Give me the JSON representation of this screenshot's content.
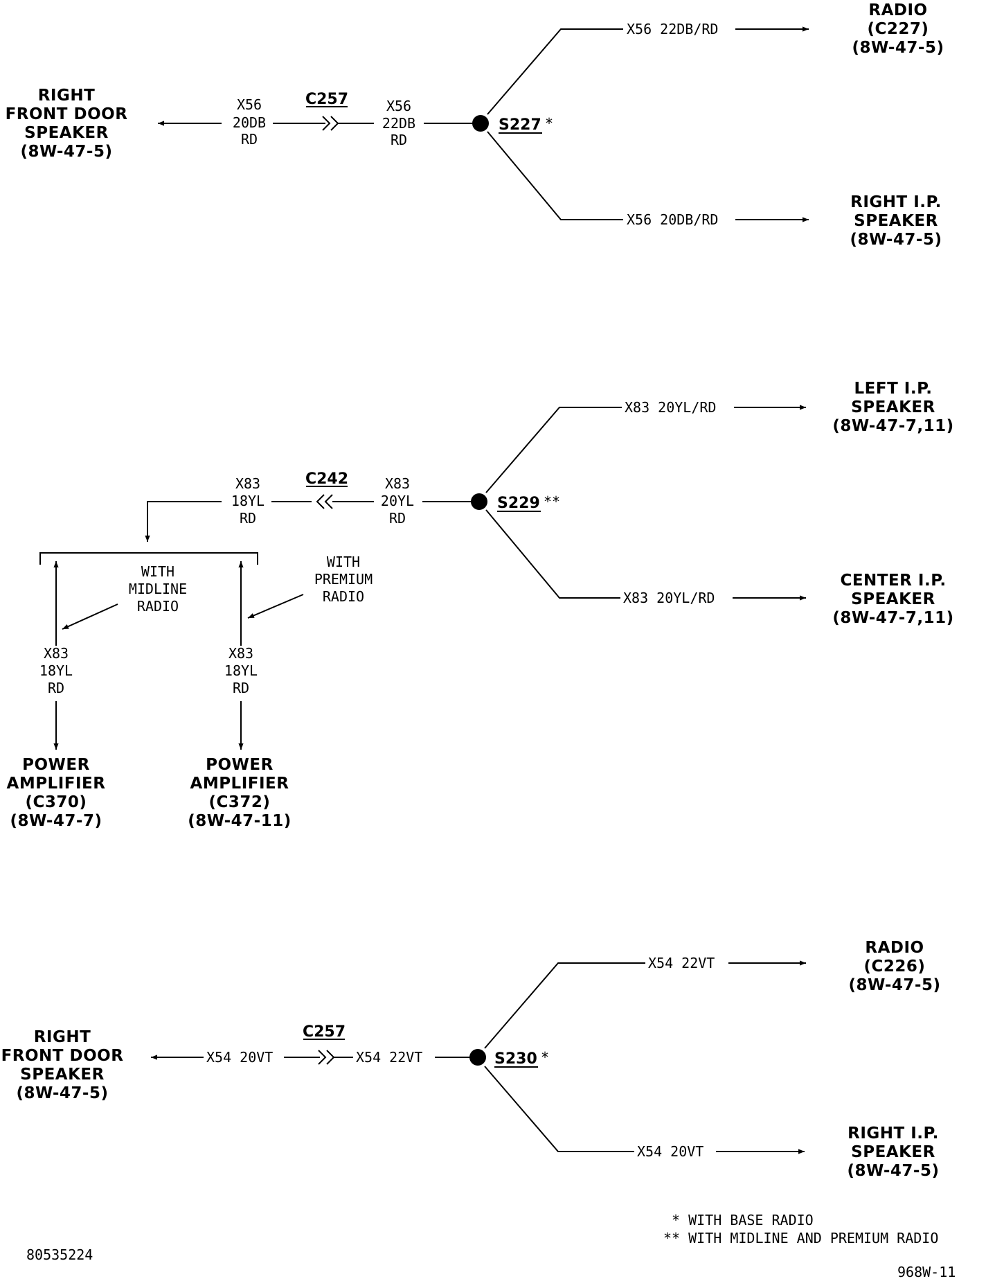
{
  "circuit_1": {
    "left_dest": [
      "RIGHT",
      "FRONT DOOR",
      "SPEAKER",
      "(8W-47-5)"
    ],
    "wire_left": [
      "X56",
      "20DB",
      "RD"
    ],
    "connector": "C257",
    "wire_right": [
      "X56",
      "22DB",
      "RD"
    ],
    "splice": "S227",
    "splice_mark": "*",
    "upper_wire": "X56 22DB/RD",
    "upper_dest": [
      "RADIO",
      "(C227)",
      "(8W-47-5)"
    ],
    "lower_wire": "X56 20DB/RD",
    "lower_dest": [
      "RIGHT I.P.",
      "SPEAKER",
      "(8W-47-5)"
    ]
  },
  "circuit_2": {
    "wire_left": [
      "X83",
      "18YL",
      "RD"
    ],
    "connector": "C242",
    "wire_right": [
      "X83",
      "20YL",
      "RD"
    ],
    "splice": "S229",
    "splice_mark": "**",
    "upper_wire": "X83 20YL/RD",
    "upper_dest": [
      "LEFT I.P.",
      "SPEAKER",
      "(8W-47-7,11)"
    ],
    "lower_wire": "X83 20YL/RD",
    "lower_dest": [
      "CENTER I.P.",
      "SPEAKER",
      "(8W-47-7,11)"
    ],
    "note_midline": [
      "WITH",
      "MIDLINE",
      "RADIO"
    ],
    "note_premium": [
      "WITH",
      "PREMIUM",
      "RADIO"
    ],
    "branch_a_wire": [
      "X83",
      "18YL",
      "RD"
    ],
    "branch_b_wire": [
      "X83",
      "18YL",
      "RD"
    ],
    "amp_a": [
      "POWER",
      "AMPLIFIER",
      "(C370)",
      "(8W-47-7)"
    ],
    "amp_b": [
      "POWER",
      "AMPLIFIER",
      "(C372)",
      "(8W-47-11)"
    ]
  },
  "circuit_3": {
    "left_dest": [
      "RIGHT",
      "FRONT DOOR",
      "SPEAKER",
      "(8W-47-5)"
    ],
    "wire_left": "X54 20VT",
    "connector": "C257",
    "wire_right": "X54 22VT",
    "splice": "S230",
    "splice_mark": "*",
    "upper_wire": "X54 22VT",
    "upper_dest": [
      "RADIO",
      "(C226)",
      "(8W-47-5)"
    ],
    "lower_wire": "X54 20VT",
    "lower_dest": [
      "RIGHT I.P.",
      "SPEAKER",
      "(8W-47-5)"
    ]
  },
  "legend": {
    "line1": "* WITH BASE RADIO",
    "line2": "** WITH MIDLINE AND PREMIUM RADIO"
  },
  "footer": {
    "left_code": "80535224",
    "right_code": "968W-11"
  }
}
